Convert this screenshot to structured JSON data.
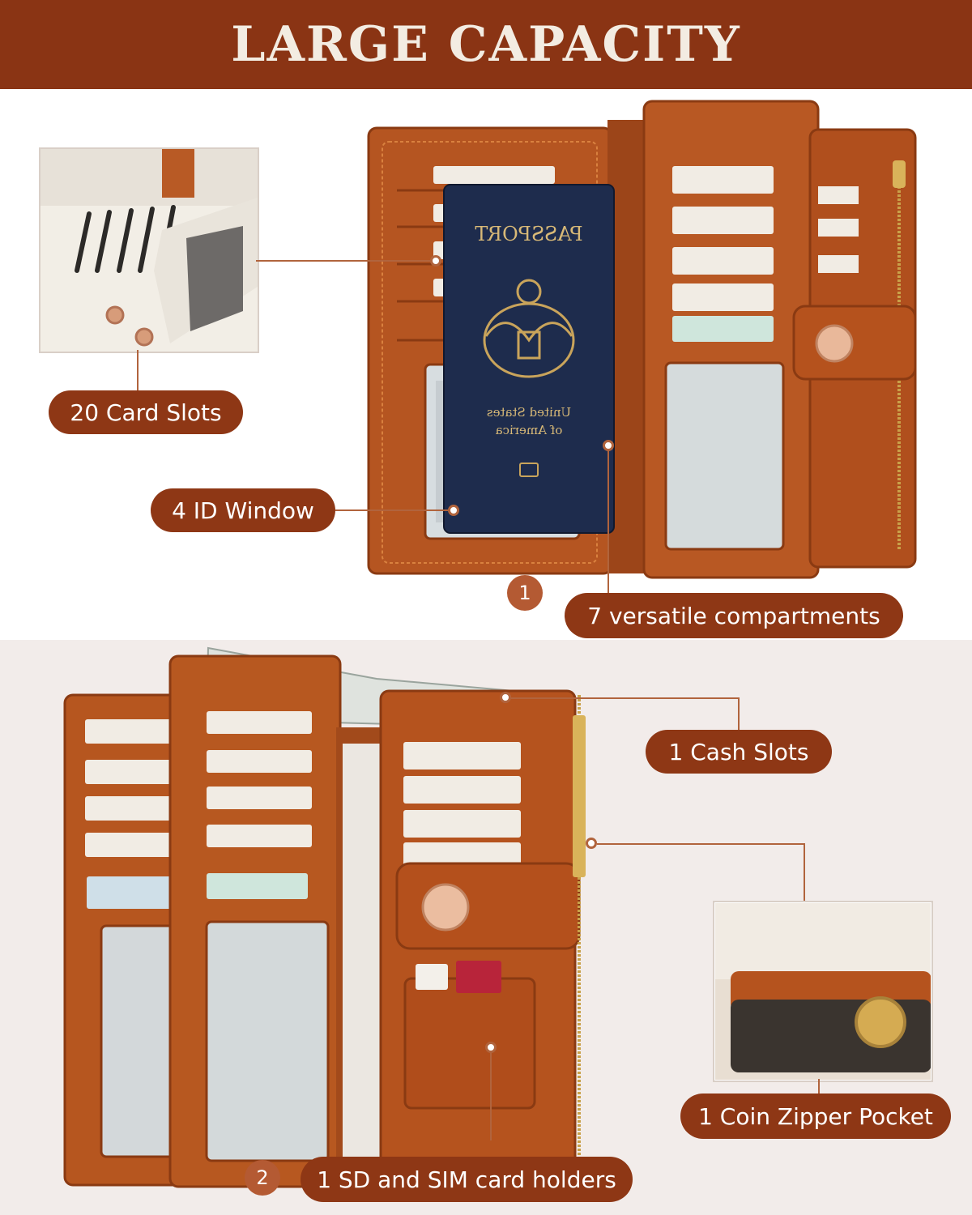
{
  "header": {
    "title": "LARGE CAPACITY"
  },
  "colors": {
    "brand": "#8a3414",
    "leather": "#b55521",
    "leather_dark": "#8a3a12",
    "passport": "#1e2c4d"
  },
  "top": {
    "labels": {
      "card_slots": "20  Card Slots",
      "id_window": "4 ID Window",
      "compartments": "7 versatile compartments"
    },
    "step_badge": "1",
    "passport": {
      "title": "PASSPORT",
      "line1": "United States",
      "line2": "of America"
    }
  },
  "bottom": {
    "labels": {
      "cash_slots": "1 Cash Slots",
      "coin_pocket": "1 Coin Zipper Pocket",
      "sd_sim": "1 SD and SIM card holders"
    },
    "step_badge": "2"
  },
  "icons": [
    "eagle-seal-icon",
    "zipper-icon",
    "snap-button-icon",
    "coin-icon"
  ]
}
